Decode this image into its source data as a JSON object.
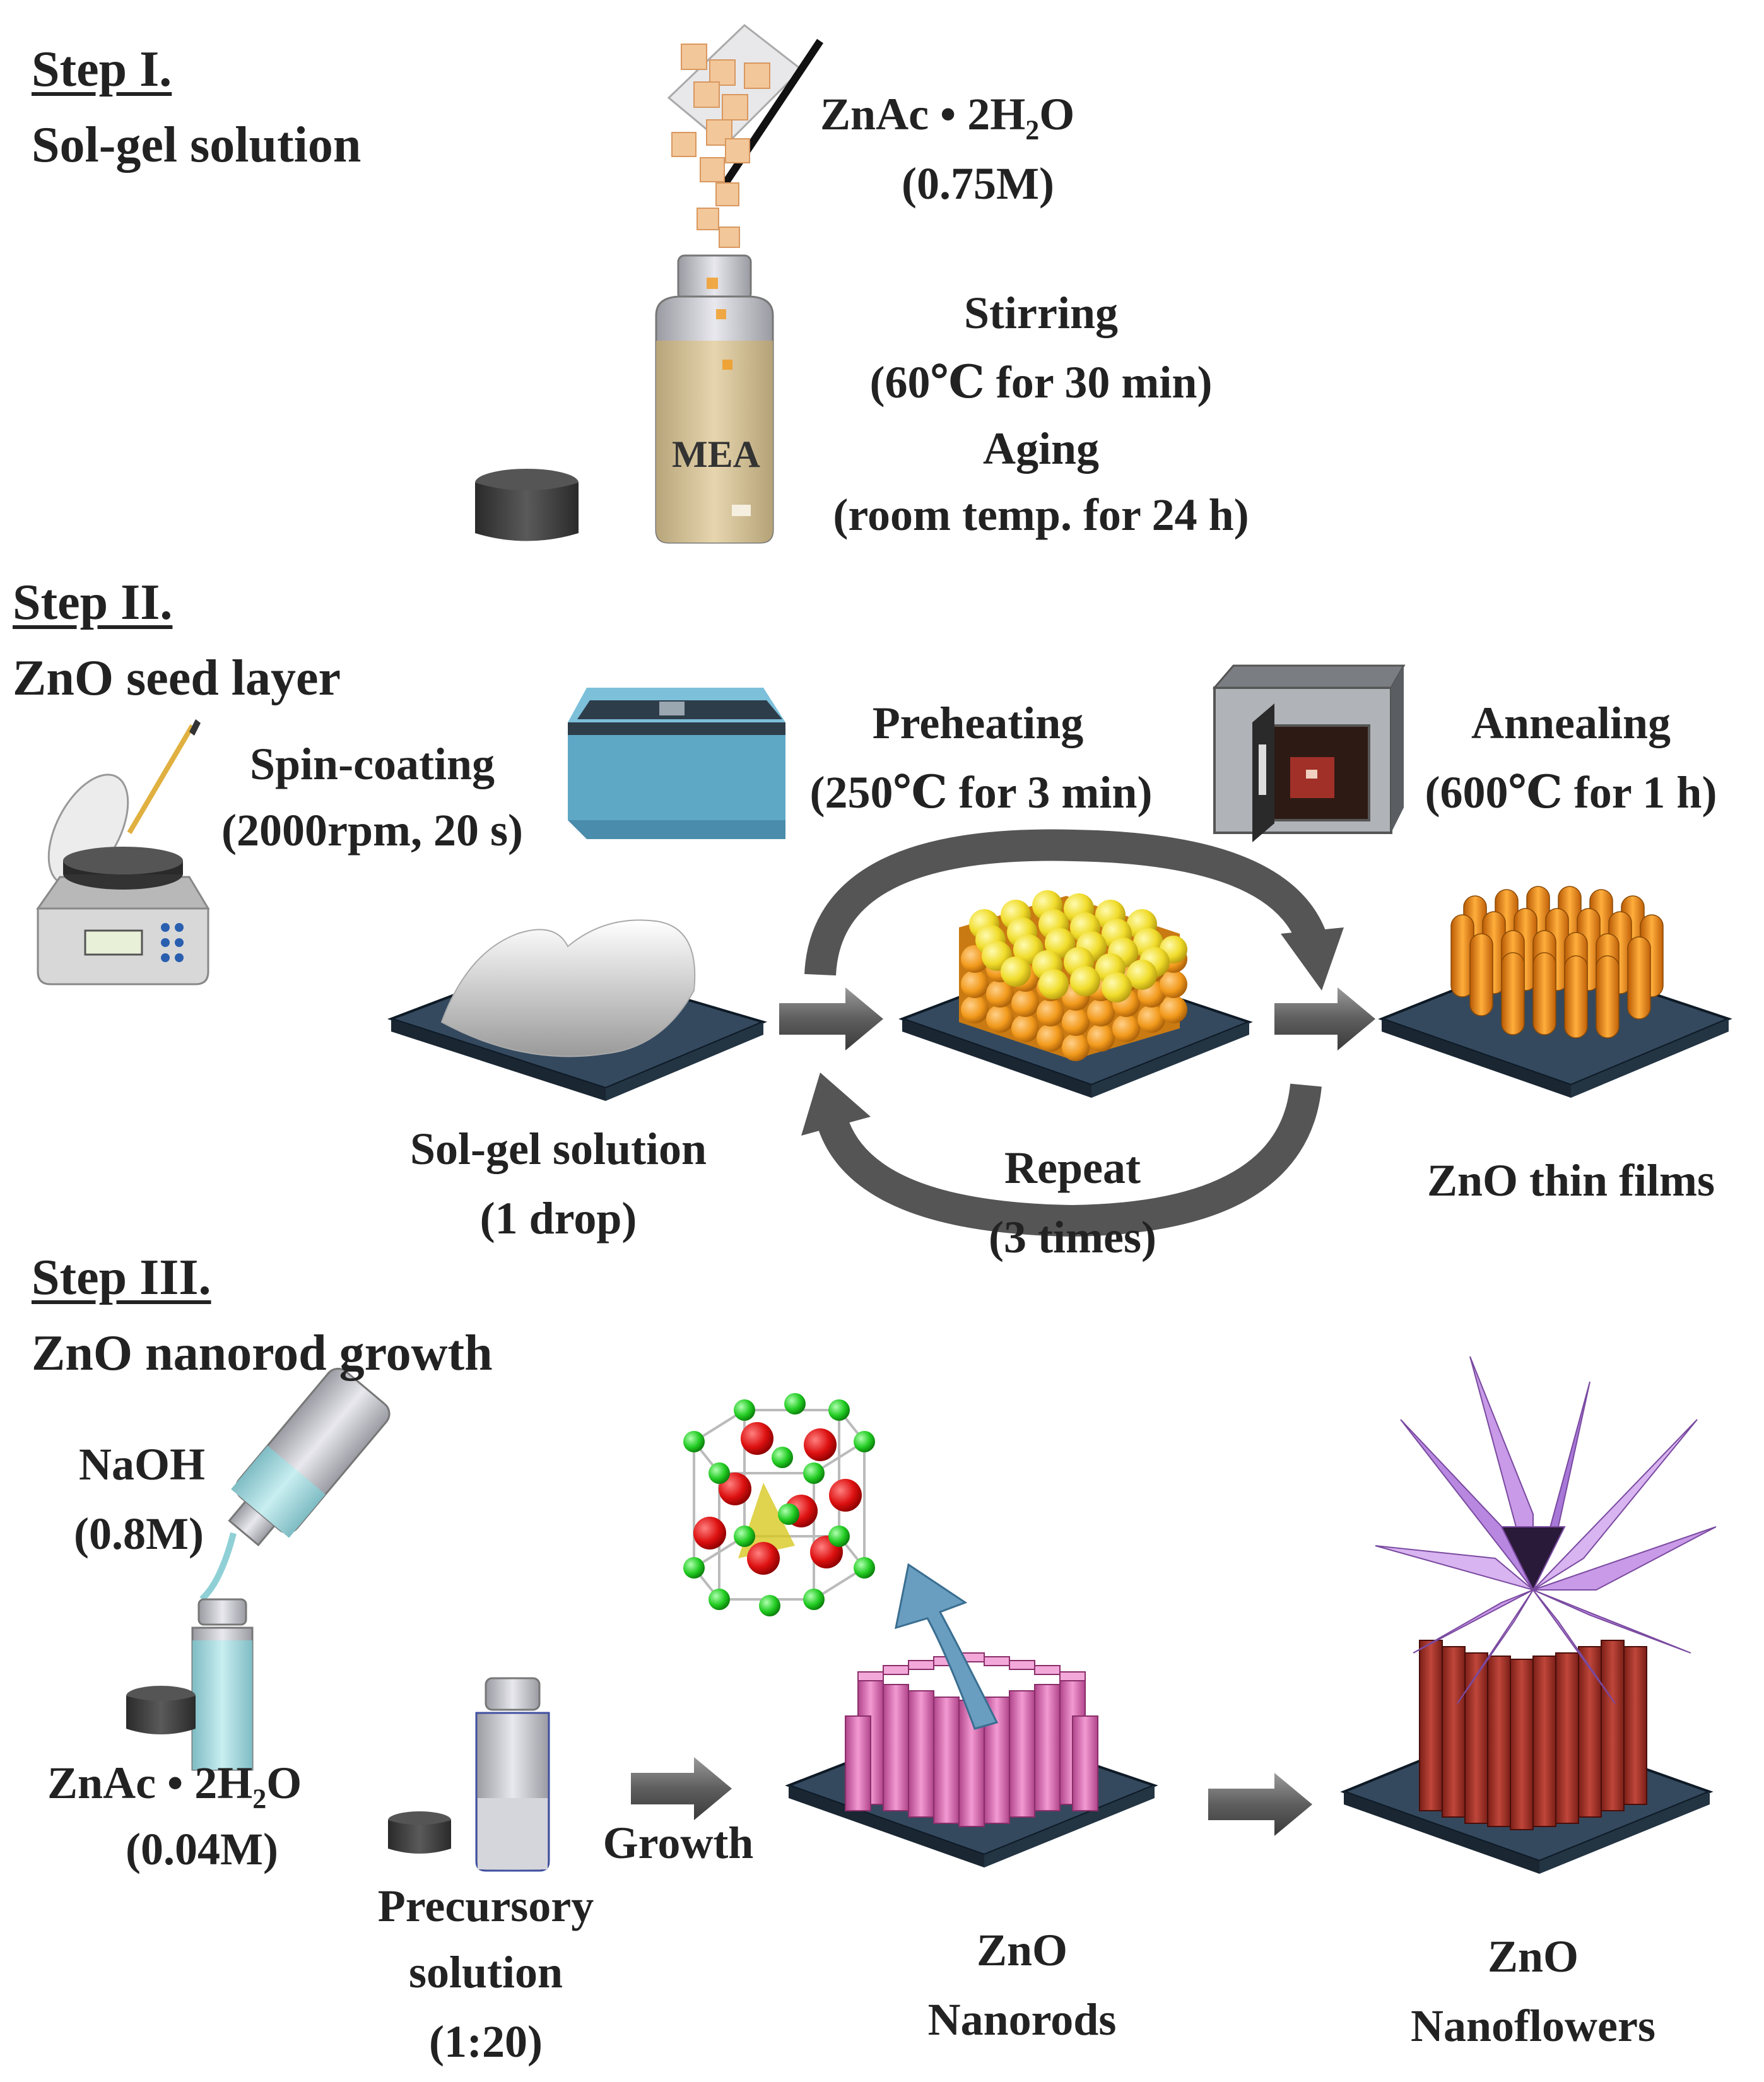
{
  "step1": {
    "title": "Step I.",
    "subtitle": "Sol-gel solution",
    "reagent_prefix": "ZnAc • 2H",
    "reagent_sub": "2",
    "reagent_suffix": "O",
    "reagent_conc": "(0.75M)",
    "bottle_label": "MEA",
    "stirring": "Stirring",
    "stirring_cond": "(60℃ for 30 min)",
    "aging": "Aging",
    "aging_cond": "(room temp. for 24 h)"
  },
  "step2": {
    "title": "Step II.",
    "subtitle": "ZnO seed layer",
    "spin": "Spin-coating",
    "spin_cond": "(2000rpm, 20 s)",
    "preheat": "Preheating",
    "preheat_cond": "(250℃ for 3 min)",
    "anneal": "Annealing",
    "anneal_cond": "(600℃ for 1 h)",
    "solgel": "Sol-gel solution",
    "solgel_amount": "(1 drop)",
    "repeat": "Repeat",
    "repeat_count": "(3 times)",
    "films": "ZnO thin films"
  },
  "step3": {
    "title": "Step III.",
    "subtitle": "ZnO nanorod growth",
    "naoh": "NaOH",
    "naoh_conc": "(0.8M)",
    "reagent_prefix": "ZnAc • 2H",
    "reagent_sub": "2",
    "reagent_suffix": "O",
    "reagent_conc": "(0.04M)",
    "precursor_1": "Precursory",
    "precursor_2": "solution",
    "precursor_ratio": "(1:20)",
    "growth": "Growth",
    "nanorods_1": "ZnO",
    "nanorods_2": "Nanorods",
    "flowers_1": "ZnO",
    "flowers_2": "Nanoflowers"
  },
  "colors": {
    "substrate": "#34495e",
    "seed_yellow": "#f2e03a",
    "seed_orange": "#f29a1c",
    "rod_orange": "#f08a10",
    "rod_pink": "#e070b8",
    "rod_red": "#a8322a",
    "flower_violet": "#c89ae8",
    "solution_beige": "#d8c49a",
    "solution_cyan": "#a8dce0",
    "cycle_arrow": "#555555"
  },
  "icons": [
    "zinc-acetate-powder-icon",
    "mea-bottle-icon",
    "bottle-cap-icon",
    "spin-coater-icon",
    "hot-plate-icon",
    "furnace-icon",
    "flow-arrow-icon",
    "cycle-arrow-icon",
    "zno-crystal-unit-cell-icon",
    "naoh-bottle-icon",
    "precursor-bottle-icon"
  ]
}
